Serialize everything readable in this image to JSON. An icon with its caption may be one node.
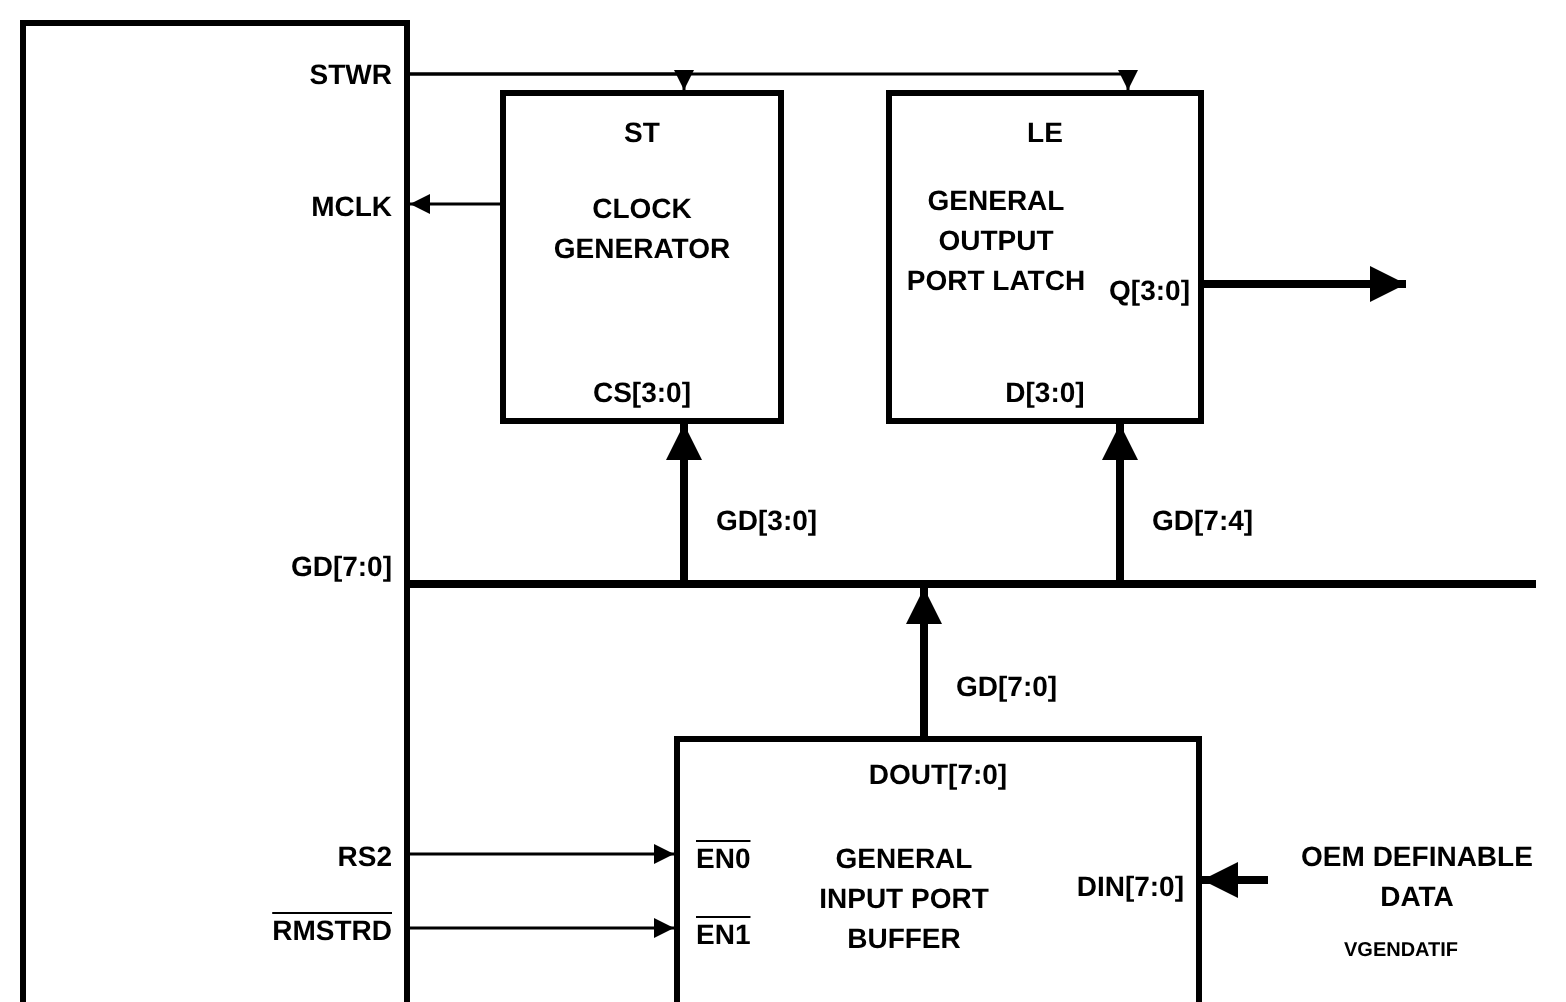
{
  "diagram": {
    "nodes": [
      {
        "text": [
          "STWR",
          "MCLK",
          "GD[7:0]",
          "RS2",
          "RMSTRD"
        ]
      },
      {
        "text": [
          "ST",
          "CLOCK GENERATOR",
          "CS[3:0]"
        ]
      },
      {
        "text": [
          "LE",
          "GENERAL OUTPUT PORT LATCH",
          "Q[3:0]",
          "D[3:0]"
        ]
      },
      {
        "text": [],
        "shape": "bar"
      },
      {
        "text": [
          "DOUT[7:0]",
          "EN0",
          "GENERAL INPUT PORT BUFFER",
          "DIN[7:0]",
          "EN1"
        ]
      },
      {
        "text": [
          "OEM DEFINABLE DATA"
        ]
      }
    ],
    "edges": [
      {
        "from": 0,
        "to": 1,
        "arrow": "to"
      },
      {
        "from": 0,
        "to": 2,
        "arrow": "to"
      },
      {
        "from": 1,
        "to": 0,
        "arrow": "to"
      },
      {
        "from": 2,
        "to": null,
        "arrow": "to",
        "style": "thick"
      },
      {
        "from": 3,
        "to": 1,
        "arrow": "to",
        "label": "GD[3:0]",
        "style": "thick"
      },
      {
        "from": 3,
        "to": 2,
        "arrow": "to",
        "label": "GD[7:4]",
        "style": "thick"
      },
      {
        "from": 4,
        "to": 3,
        "arrow": "to",
        "label": "GD[7:0]",
        "style": "thick"
      },
      {
        "from": 0,
        "to": 4,
        "arrow": "to"
      },
      {
        "from": 0,
        "to": 4,
        "arrow": "to"
      },
      {
        "from": 5,
        "to": 4,
        "arrow": "to",
        "style": "thick"
      }
    ],
    "labels": [
      "VGENDATIF"
    ]
  }
}
